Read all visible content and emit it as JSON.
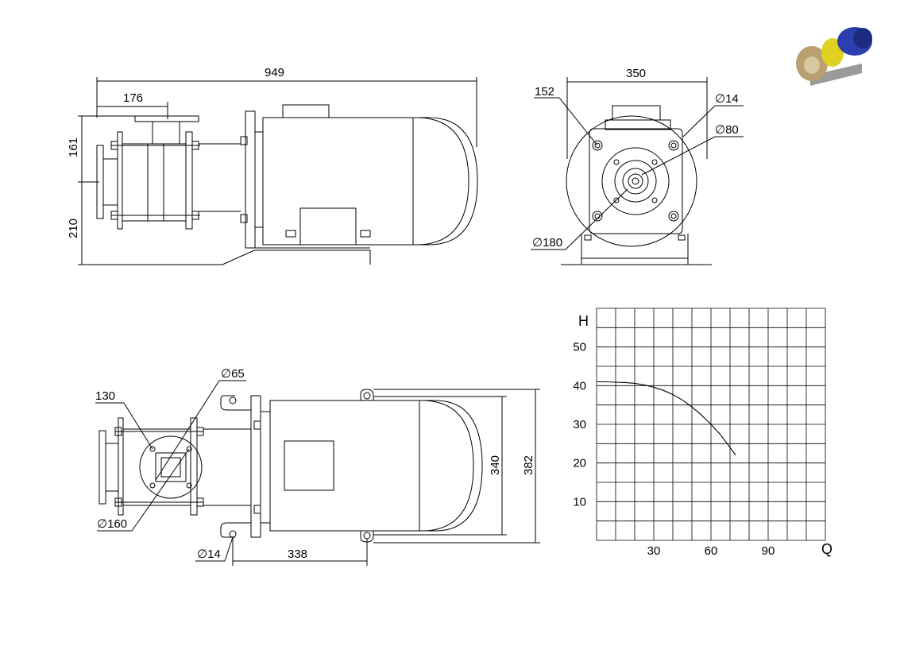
{
  "drawing": {
    "side_view": {
      "overall_length": "949",
      "flange_offset": "176",
      "upper_height": "161",
      "lower_height": "210"
    },
    "end_view": {
      "width": "350",
      "bolt_pitch": "152",
      "bolt_hole_dia": "∅14",
      "center_dia": "∅80",
      "flange_dia": "∅180"
    },
    "top_view": {
      "inlet_dia": "∅65",
      "flange_square": "130",
      "flange_dia": "∅160",
      "mount_hole_dia": "∅14",
      "mount_spacing": "338",
      "inner_width": "340",
      "outer_width": "382"
    },
    "thumbnail": {
      "colors": {
        "motor": "#2b3fae",
        "pump_body": "#b8a070",
        "lantern": "#e0d020",
        "base": "#9a9a9a"
      }
    }
  },
  "chart_data": {
    "type": "line",
    "title": "",
    "xlabel": "Q",
    "ylabel": "H",
    "x_ticks": [
      30,
      60,
      90
    ],
    "y_ticks": [
      10,
      20,
      30,
      40,
      50
    ],
    "xlim": [
      0,
      120
    ],
    "ylim": [
      0,
      60
    ],
    "grid": true,
    "series": [
      {
        "x": [
          0,
          5,
          10,
          15,
          20,
          25,
          30,
          35,
          40,
          45,
          50,
          55,
          60,
          65,
          70,
          73
        ],
        "y": [
          41,
          41,
          40.9,
          40.8,
          40.6,
          40.2,
          39.6,
          38.8,
          37.7,
          36.3,
          34.5,
          32.4,
          30,
          27.3,
          24,
          22
        ]
      }
    ]
  }
}
